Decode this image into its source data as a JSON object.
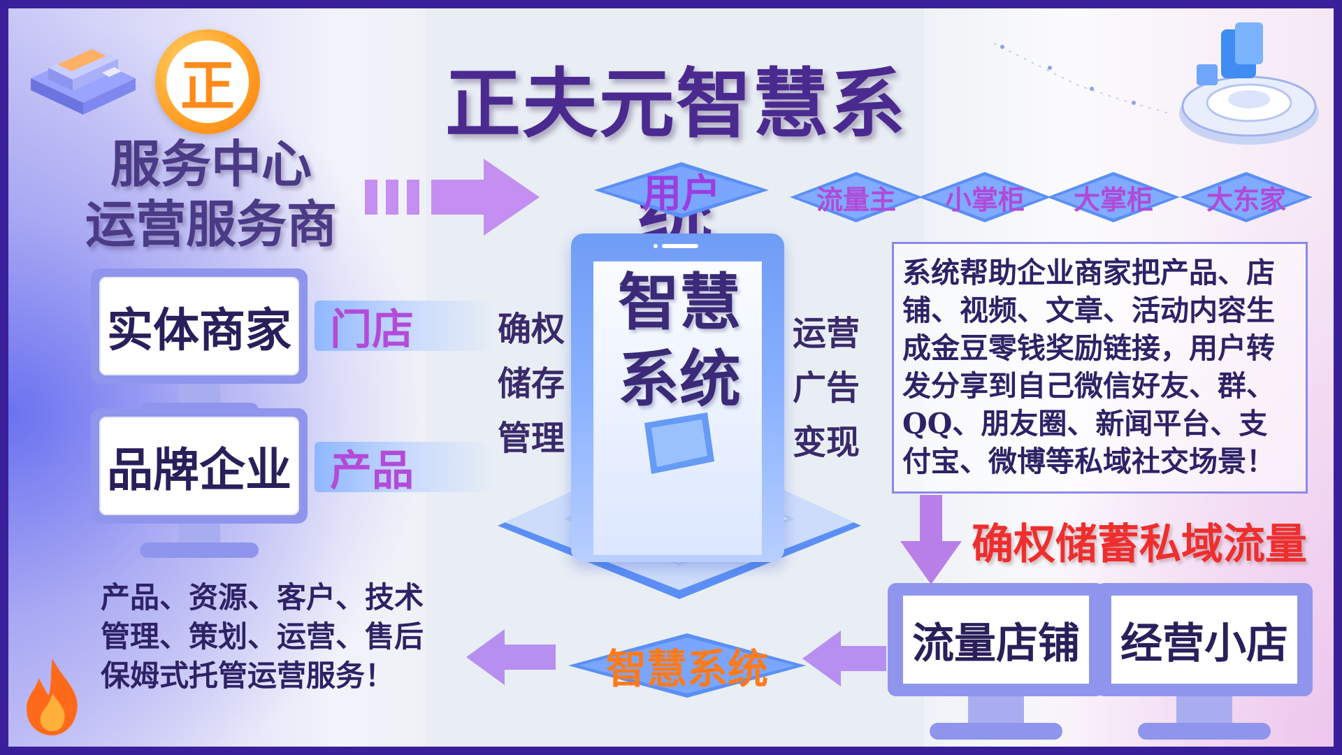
{
  "title": "正夫元智慧系统",
  "logo": {
    "glyph": "正",
    "colors": {
      "ring": "#ff9d22"
    }
  },
  "service_center": {
    "line1": "服务中心",
    "line2": "运营服务商"
  },
  "top_tags": {
    "user": "用户",
    "roles": [
      "流量主",
      "小掌柜",
      "大掌柜",
      "大东家"
    ]
  },
  "left_monitors": [
    {
      "label": "实体商家",
      "tag": "门店"
    },
    {
      "label": "品牌企业",
      "tag": "产品"
    }
  ],
  "left_words": [
    "确权",
    "储存",
    "管理"
  ],
  "right_words": [
    "运营",
    "广告",
    "变现"
  ],
  "phone_text": {
    "line1": "智慧",
    "line2": "系统"
  },
  "description": "系统帮助企业商家把产品、店铺、视频、文章、活动内容生成金豆零钱奖励链接，用户转发分享到自己微信好友、群、QQ、朋友圈、新闻平台、支付宝、微博等私域社交场景！",
  "highlight": "确权储蓄私域流量",
  "bottom_left": {
    "line1": "产品、资源、客户、技术",
    "line2": "管理、策划、运营、售后",
    "line3": "保姆式托管运营服务！"
  },
  "bottom_center_tag": "智慧系统",
  "right_monitors": [
    "流量店铺",
    "经营小店"
  ],
  "colors": {
    "title": "#4a2a8f",
    "accent_purple": "#b34ad8",
    "accent_red": "#ef2e2e",
    "accent_orange": "#ff7a1a",
    "diamond_blue": "#5a8cf5"
  },
  "icons": [
    "isometric-building-icon",
    "logo-icon",
    "arrow-right-icon",
    "arrow-down-icon",
    "arrow-left-icon",
    "flame-icon",
    "tech-platform-icon",
    "tech-ring-icon"
  ]
}
